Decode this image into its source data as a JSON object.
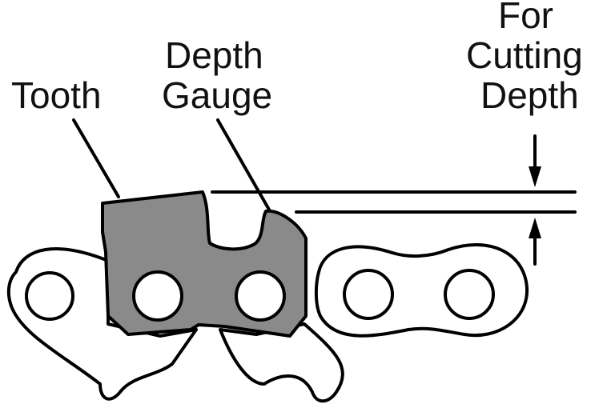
{
  "labels": {
    "tooth": "Tooth",
    "depth_gauge_line1": "Depth",
    "depth_gauge_line2": "Gauge",
    "for_line1": "For",
    "for_line2": "Cutting",
    "for_line3": "Depth"
  },
  "colors": {
    "cutter_fill": "#8a8a8a",
    "link_fill": "#ffffff",
    "outline": "#000000"
  }
}
